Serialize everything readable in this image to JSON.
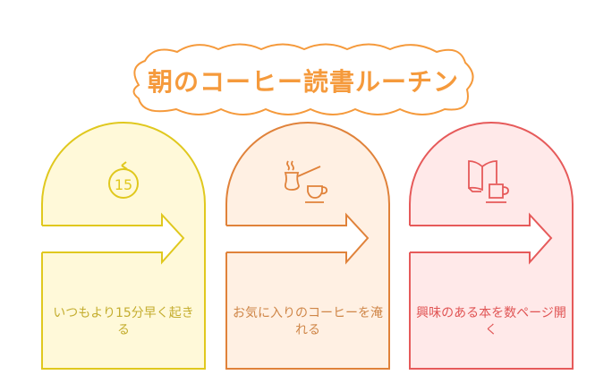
{
  "title": "朝のコーヒー読書ルーチン",
  "steps": [
    {
      "text": "いつもより15分早く起きる",
      "icon": "clock-15-minutes-icon",
      "badge": "15",
      "stroke": "#e0c81e",
      "fill": "#fff9d9",
      "text_color": "#c4ad2e"
    },
    {
      "text": "お気に入りのコーヒーを淹れる",
      "icon": "coffee-pot-and-cup-icon",
      "stroke": "#e0823a",
      "fill": "#fff0e3",
      "text_color": "#cf8648"
    },
    {
      "text": "興味のある本を数ページ開く",
      "icon": "book-and-mug-icon",
      "stroke": "#e65a5a",
      "fill": "#ffe9e9",
      "text_color": "#e05454"
    }
  ],
  "colors": {
    "title": "#f59a3c"
  }
}
